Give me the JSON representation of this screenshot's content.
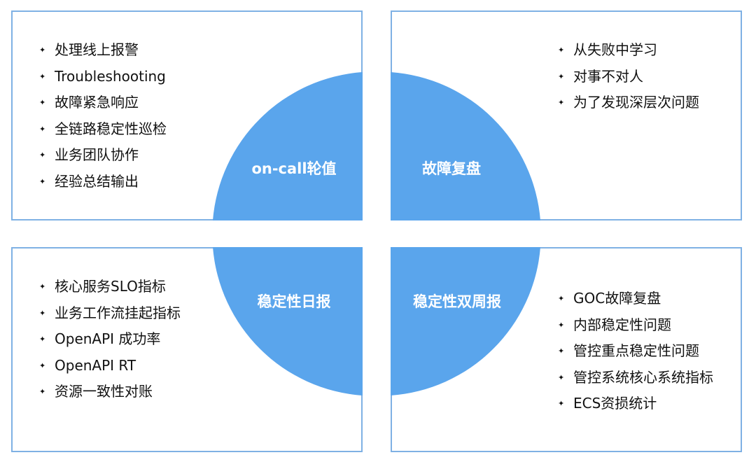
{
  "quadrants": {
    "top_left": {
      "label": "on-call轮值",
      "items": [
        "处理线上报警",
        "Troubleshooting",
        "故障紧急响应",
        "全链路稳定性巡检",
        "业务团队协作",
        "经验总结输出"
      ]
    },
    "top_right": {
      "label": "故障复盘",
      "items": [
        "从失败中学习",
        "对事不对人",
        "为了发现深层次问题"
      ]
    },
    "bottom_left": {
      "label": "稳定性日报",
      "items": [
        "核心服务SLO指标",
        "业务工作流挂起指标",
        "OpenAPI 成功率",
        "OpenAPI RT",
        "资源一致性对账"
      ]
    },
    "bottom_right": {
      "label": "稳定性双周报",
      "items": [
        "GOC故障复盘",
        "内部稳定性问题",
        "管控重点稳定性问题",
        "管控系统核心系统指标",
        "ECS资损统计"
      ]
    }
  },
  "colors": {
    "circle": "#5aa5ec",
    "border": "#7fb1e4",
    "bullet_text": "#111111",
    "label_text": "#ffffff"
  }
}
